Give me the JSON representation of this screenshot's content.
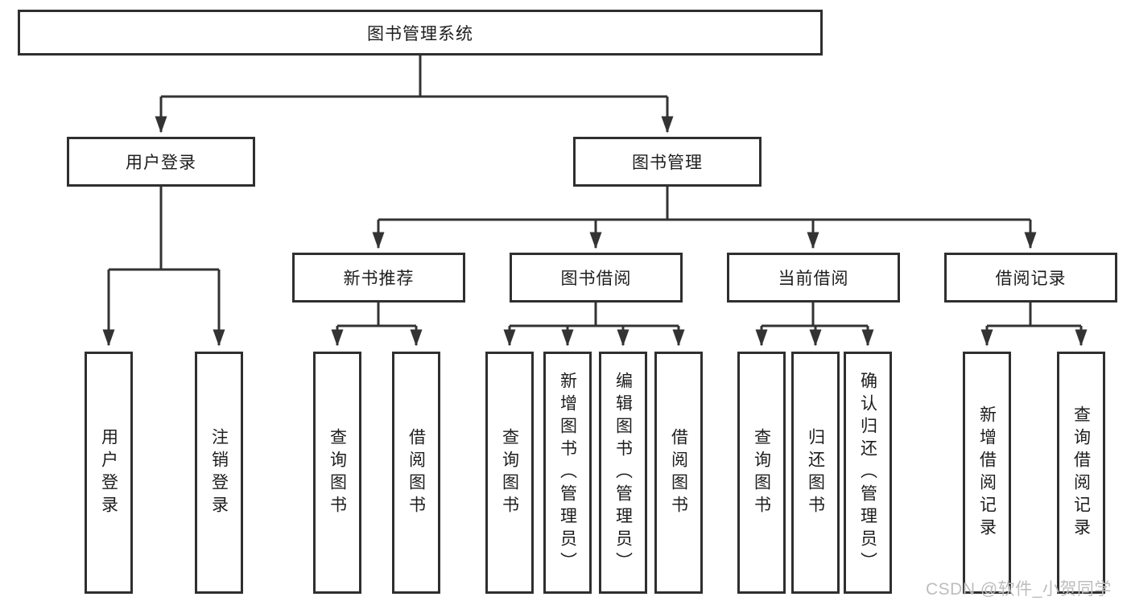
{
  "tree": {
    "root": {
      "label": "图书管理系统"
    },
    "branches": [
      {
        "label": "用户登录",
        "children": [
          {
            "label": "用户登录"
          },
          {
            "label": "注销登录"
          }
        ]
      },
      {
        "label": "图书管理",
        "children": [
          {
            "label": "新书推荐",
            "children": [
              {
                "label": "查询图书"
              },
              {
                "label": "借阅图书"
              }
            ]
          },
          {
            "label": "图书借阅",
            "children": [
              {
                "label": "查询图书"
              },
              {
                "label": "新增图书（管理员）"
              },
              {
                "label": "编辑图书（管理员）"
              },
              {
                "label": "借阅图书"
              }
            ]
          },
          {
            "label": "当前借阅",
            "children": [
              {
                "label": "查询图书"
              },
              {
                "label": "归还图书"
              },
              {
                "label": "确认归还（管理员）"
              }
            ]
          },
          {
            "label": "借阅记录",
            "children": [
              {
                "label": "新增借阅记录"
              },
              {
                "label": "查询借阅记录"
              }
            ]
          }
        ]
      }
    ]
  },
  "watermark": "CSDN @软件_小贺同学",
  "colors": {
    "line": "#333333",
    "box_border": "#2f2f2f",
    "text": "#1d1d1d",
    "watermark": "#bdbdbd",
    "background": "#ffffff"
  }
}
